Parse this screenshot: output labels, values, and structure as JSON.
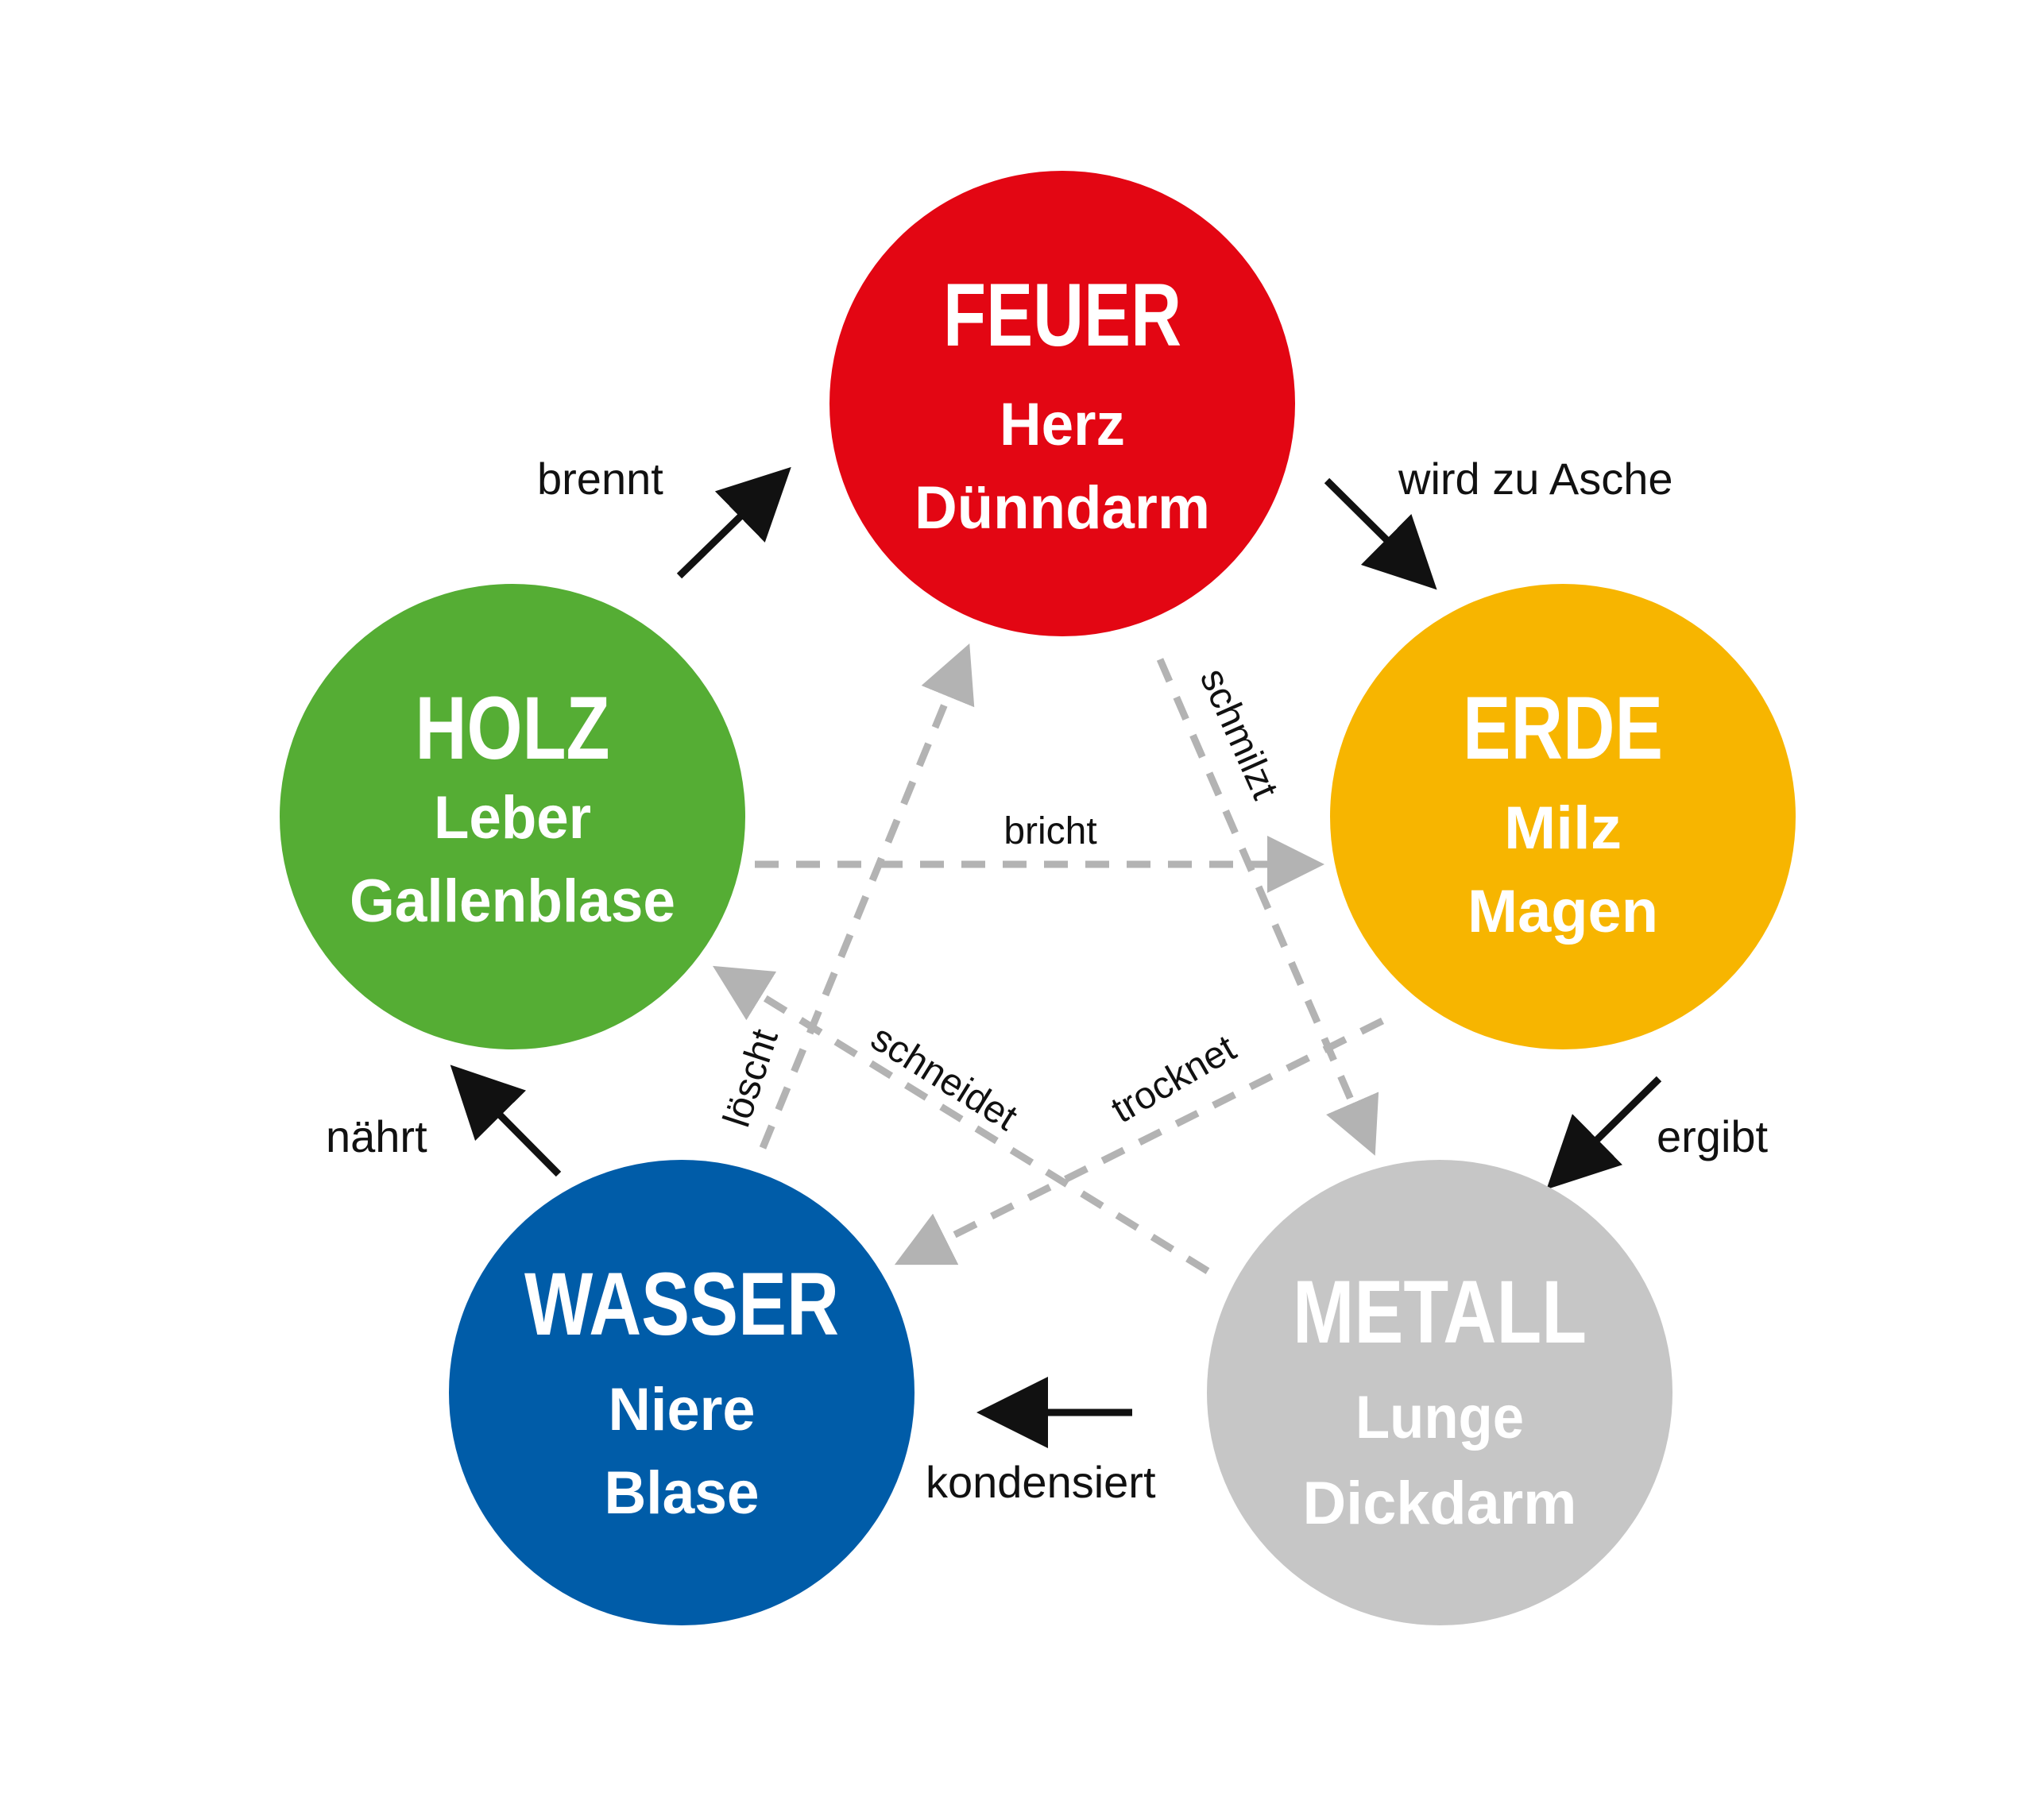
{
  "colors": {
    "feuer": "#e30613",
    "erde": "#f7b500",
    "metall": "#c6c6c6",
    "wasser": "#005ca8",
    "holz": "#55ad34",
    "generating_arrow": "#111111",
    "controlling_arrow": "#b3b3b3"
  },
  "elements": {
    "feuer": {
      "name": "FEUER",
      "organ1": "Herz",
      "organ2": "Dünndarm"
    },
    "erde": {
      "name": "ERDE",
      "organ1": "Milz",
      "organ2": "Magen"
    },
    "metall": {
      "name": "METALL",
      "organ1": "Lunge",
      "organ2": "Dickdarm"
    },
    "wasser": {
      "name": "WASSER",
      "organ1": "Niere",
      "organ2": "Blase"
    },
    "holz": {
      "name": "HOLZ",
      "organ1": "Leber",
      "organ2": "Gallenblase"
    }
  },
  "generating": {
    "holz_feuer": "brennt",
    "feuer_erde": "wird zu Asche",
    "erde_metall": "ergibt",
    "metall_wasser": "kondensiert",
    "wasser_holz": "nährt"
  },
  "controlling": {
    "holz_erde": "bricht",
    "feuer_metall": "schmilzt",
    "erde_wasser": "trocknet",
    "metall_holz": "schneidet",
    "wasser_feuer": "löscht"
  }
}
